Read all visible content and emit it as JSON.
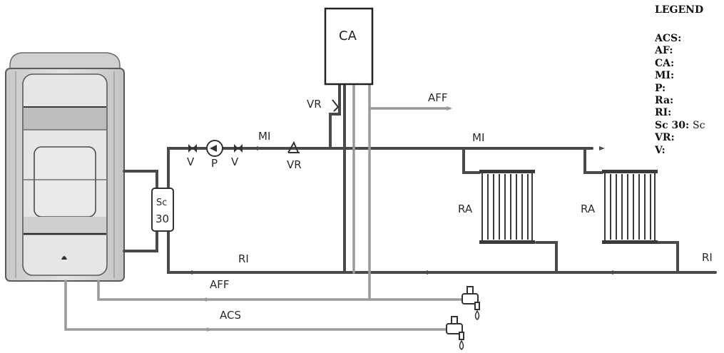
{
  "diagram": {
    "labels": {
      "ca": "CA",
      "vr_top": "VR",
      "aff_top": "AFF",
      "mi_left": "MI",
      "mi_right": "MI",
      "v_left": "V",
      "p": "P",
      "v_right": "V",
      "vr_mid": "VR",
      "sc_line1": "Sc",
      "sc_line2": "30",
      "ra_left": "RA",
      "ra_right": "RA",
      "ri_mid": "RI",
      "ri_right": "RI",
      "aff_bottom": "AFF",
      "acs": "ACS"
    }
  },
  "legend": {
    "title": "LEGEND",
    "items": [
      {
        "code": "ACS:",
        "desc": ""
      },
      {
        "code": "AF:",
        "desc": ""
      },
      {
        "code": "CA:",
        "desc": ""
      },
      {
        "code": "MI:",
        "desc": ""
      },
      {
        "code": "P:",
        "desc": ""
      },
      {
        "code": "Ra:",
        "desc": ""
      },
      {
        "code": "RI:",
        "desc": ""
      },
      {
        "code": "Sc 30:",
        "desc": "Sc"
      },
      {
        "code": "VR:",
        "desc": ""
      },
      {
        "code": "V:",
        "desc": ""
      }
    ]
  },
  "colors": {
    "pipe_dark": "#4a4a4a",
    "pipe_gray": "#9a9a9a",
    "boiler_body": "#d4d4d4",
    "boiler_outline": "#5a5a5a"
  }
}
